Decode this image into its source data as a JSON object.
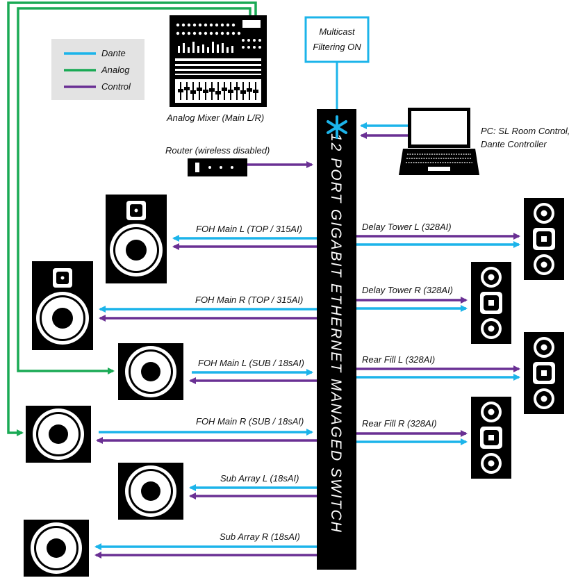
{
  "colors": {
    "dante": "#1cb4ea",
    "analog": "#1aaa55",
    "control": "#6a3094",
    "device": "#000000",
    "legend_bg": "#e3e3e3"
  },
  "legend": {
    "items": [
      {
        "label": "Dante",
        "color": "#1cb4ea"
      },
      {
        "label": "Analog",
        "color": "#1aaa55"
      },
      {
        "label": "Control",
        "color": "#6a3094"
      }
    ]
  },
  "multicast": {
    "line1": "Multicast",
    "line2": "Filtering ON"
  },
  "switch": {
    "label": "12 PORT GIGABIT ETHERNET  MANAGED SWITCH"
  },
  "mixer": {
    "label": "Analog Mixer (Main L/R)"
  },
  "router": {
    "label": "Router (wireless disabled)"
  },
  "pc": {
    "line1": "PC: SL Room Control,",
    "line2": "Dante Controller"
  },
  "left_links": [
    {
      "label": "FOH Main L (TOP / 315AI)"
    },
    {
      "label": "FOH Main R (TOP / 315AI)"
    },
    {
      "label": "FOH Main L (SUB / 18sAI)"
    },
    {
      "label": "FOH Main R (SUB / 18sAI)"
    },
    {
      "label": "Sub Array L (18sAI)"
    },
    {
      "label": "Sub Array R (18sAI)"
    }
  ],
  "right_links": [
    {
      "label": "Delay Tower L (328AI)"
    },
    {
      "label": "Delay Tower R (328AI)"
    },
    {
      "label": "Rear Fill L (328AI)"
    },
    {
      "label": "Rear Fill R (328AI)"
    }
  ]
}
